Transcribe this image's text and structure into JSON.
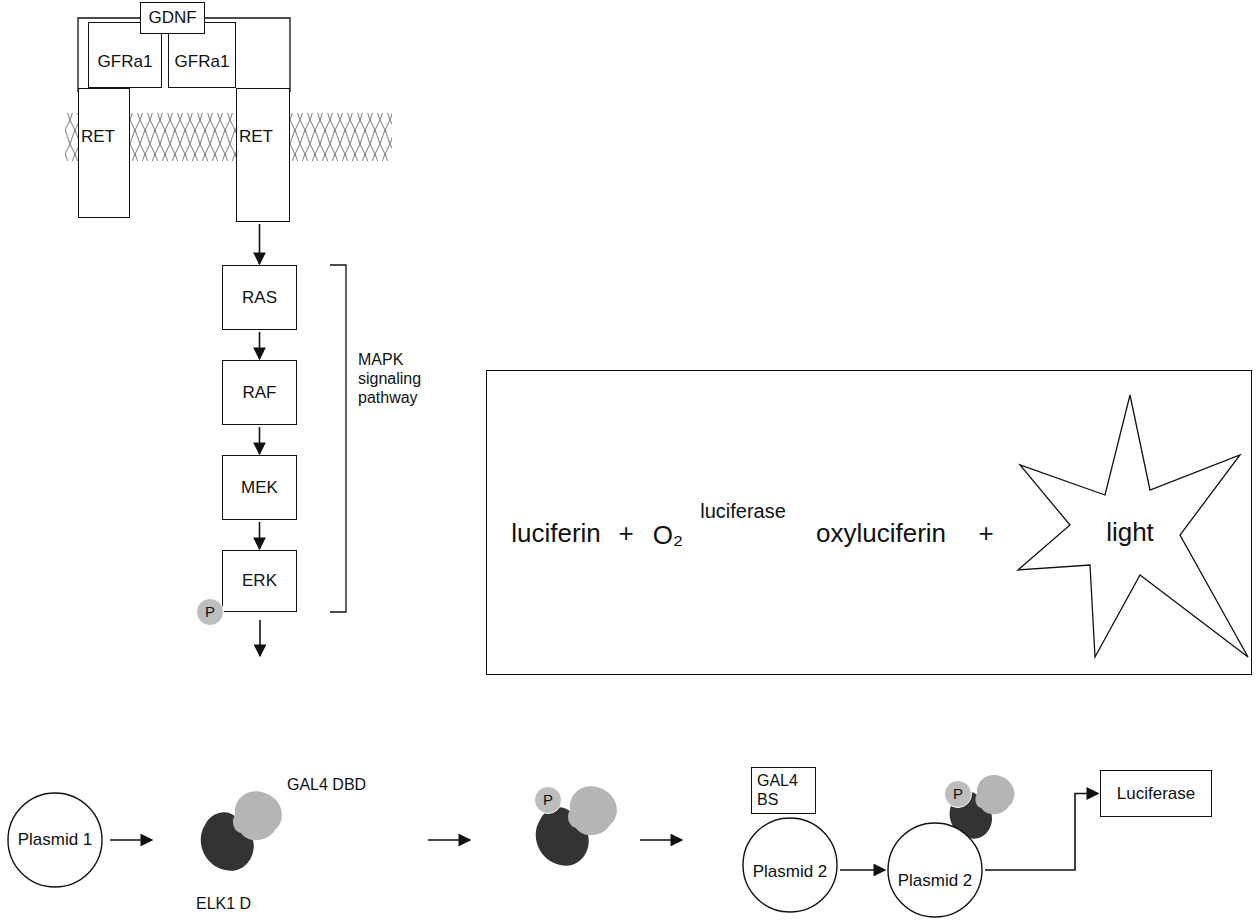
{
  "diagram": {
    "nodes": [
      {
        "text": [
          "GDNF"
        ]
      },
      {
        "text": [
          "GFRa1"
        ]
      },
      {
        "text": [
          "GFRa1"
        ]
      },
      {
        "text": [
          "RET"
        ]
      },
      {
        "text": [
          "RET"
        ]
      },
      {
        "text": [
          "RAS"
        ]
      },
      {
        "text": [
          "RAF"
        ]
      },
      {
        "text": [
          "MEK"
        ]
      },
      {
        "text": [
          "luciferin",
          "+",
          "O₂",
          "luciferase",
          "oxyluciferin",
          "+"
        ]
      },
      {
        "text": [
          "light"
        ],
        "in": 8
      },
      {
        "text": [
          "ERK"
        ]
      },
      {
        "text": [
          "P"
        ],
        "in": 10
      },
      {
        "text": [
          "Plasmid 1"
        ]
      },
      {
        "text": [
          "P"
        ]
      },
      {
        "text": [
          "Plasmid 2"
        ]
      },
      {
        "text": [
          "GAL4 BS"
        ],
        "in": 14
      },
      {
        "text": [
          "P"
        ]
      },
      {
        "text": [
          "Plasmid 2"
        ]
      },
      {
        "text": [
          "Luciferase"
        ]
      }
    ],
    "edges": [
      {
        "from": 4,
        "to": 5,
        "arrow": "to"
      },
      {
        "from": 5,
        "to": 6,
        "arrow": "to"
      },
      {
        "from": 6,
        "to": 7,
        "arrow": "to"
      },
      {
        "from": 7,
        "to": 10,
        "arrow": "to"
      },
      {
        "from": 14,
        "to": 17,
        "arrow": "to"
      },
      {
        "from": 17,
        "to": 18,
        "arrow": "to"
      }
    ],
    "labels": [
      "MAPK signaling pathway",
      "GAL4 DBD",
      "ELK1 D"
    ]
  }
}
